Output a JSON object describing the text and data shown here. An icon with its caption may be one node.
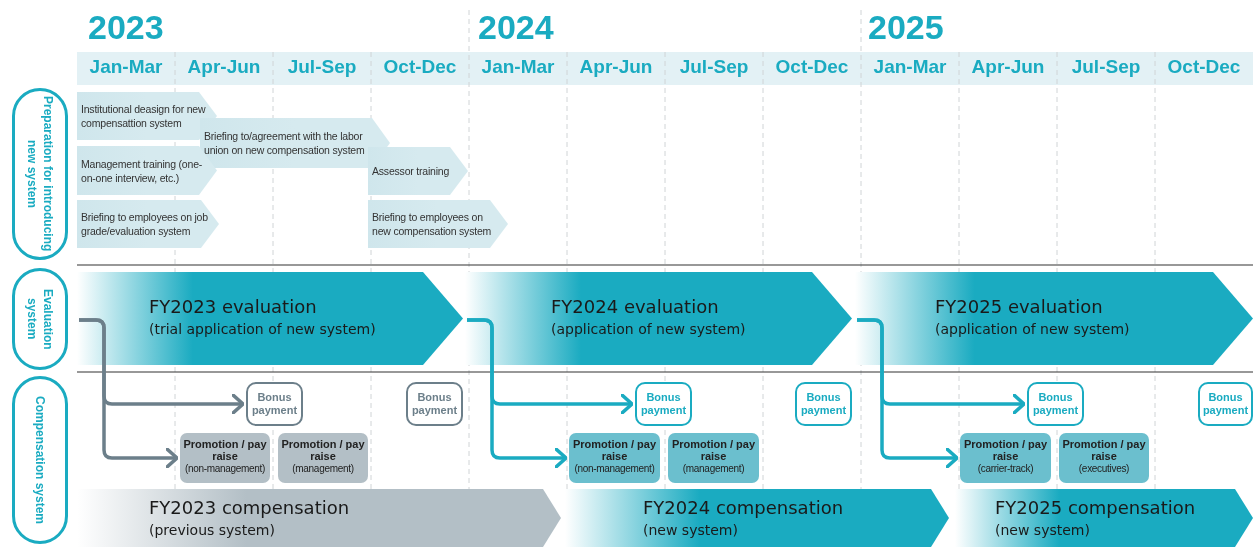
{
  "diagram": {
    "nodes": [
      {
        "text": [
          "Preparation for introducing new system"
        ]
      },
      {
        "text": [
          "Evaluation system"
        ]
      },
      {
        "text": [
          "Compensation system"
        ]
      },
      {
        "text": [
          "Institutional deasign for new compensattion system"
        ]
      },
      {
        "text": [
          "Briefing to/agreement with the labor union on new compensation system"
        ]
      },
      {
        "text": [
          "Management training (one-on-one interview, etc.)"
        ]
      },
      {
        "text": [
          "Assessor training"
        ]
      },
      {
        "text": [
          "Briefing to employees on job grade/evaluation system"
        ]
      },
      {
        "text": [
          "Briefing to employees on new compensation system"
        ]
      },
      {
        "text": [
          "FY2023 evaluation",
          "(trial application of new system)"
        ]
      },
      {
        "text": [
          "FY2024 evaluation",
          "(application of new system)"
        ]
      },
      {
        "text": [
          "FY2025 evaluation",
          "(application of new system)"
        ]
      },
      {
        "text": [
          "Bonus payment"
        ]
      },
      {
        "text": [
          "Bonus payment"
        ]
      },
      {
        "text": [
          "Bonus payment"
        ]
      },
      {
        "text": [
          "Bonus payment"
        ]
      },
      {
        "text": [
          "Bonus payment"
        ]
      },
      {
        "text": [
          "Bonus payment"
        ]
      },
      {
        "text": [
          "Promotion / pay raise",
          "(non-management)"
        ]
      },
      {
        "text": [
          "Promotion / pay raise",
          "(management)"
        ]
      },
      {
        "text": [
          "Promotion / pay raise",
          "(non-management)"
        ]
      },
      {
        "text": [
          "Promotion / pay raise",
          "(management)"
        ]
      },
      {
        "text": [
          "Promotion / pay raise",
          "(carrier-track)"
        ]
      },
      {
        "text": [
          "Promotion / pay raise",
          "(executives)"
        ]
      },
      {
        "text": [
          "FY2023 compensation",
          "(previous system)"
        ]
      },
      {
        "text": [
          "FY2024 compensation",
          "(new system)"
        ]
      },
      {
        "text": [
          "FY2025 compensation",
          "(new system)"
        ]
      }
    ],
    "edges": [
      {
        "from": 9,
        "to": 12,
        "arrow": "to",
        "color": "#6c7f8a"
      },
      {
        "from": 9,
        "to": 18,
        "arrow": "to",
        "color": "#6c7f8a"
      },
      {
        "from": 10,
        "to": 14,
        "arrow": "to"
      },
      {
        "from": 10,
        "to": 20,
        "arrow": "to"
      },
      {
        "from": 11,
        "to": 16,
        "arrow": "to"
      },
      {
        "from": 11,
        "to": 22,
        "arrow": "to"
      }
    ],
    "labels": [
      "2023",
      "2024",
      "2025",
      "Jan-Mar",
      "Apr-Jun",
      "Jul-Sep",
      "Oct-Dec",
      "Jan-Mar",
      "Apr-Jun",
      "Jul-Sep",
      "Oct-Dec",
      "Jan-Mar",
      "Apr-Jun",
      "Jul-Sep",
      "Oct-Dec"
    ]
  }
}
